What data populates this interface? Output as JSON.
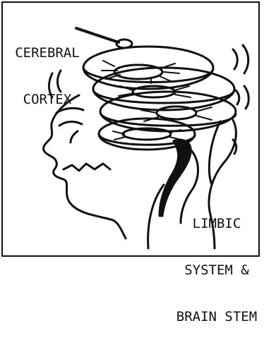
{
  "labels": {
    "top_line1": "CEREBRAL",
    "top_line2": "CORTEX",
    "bottom_line1": "LIMBIC",
    "bottom_line2": "SYSTEM &",
    "bottom_line3": "BRAIN STEM"
  }
}
